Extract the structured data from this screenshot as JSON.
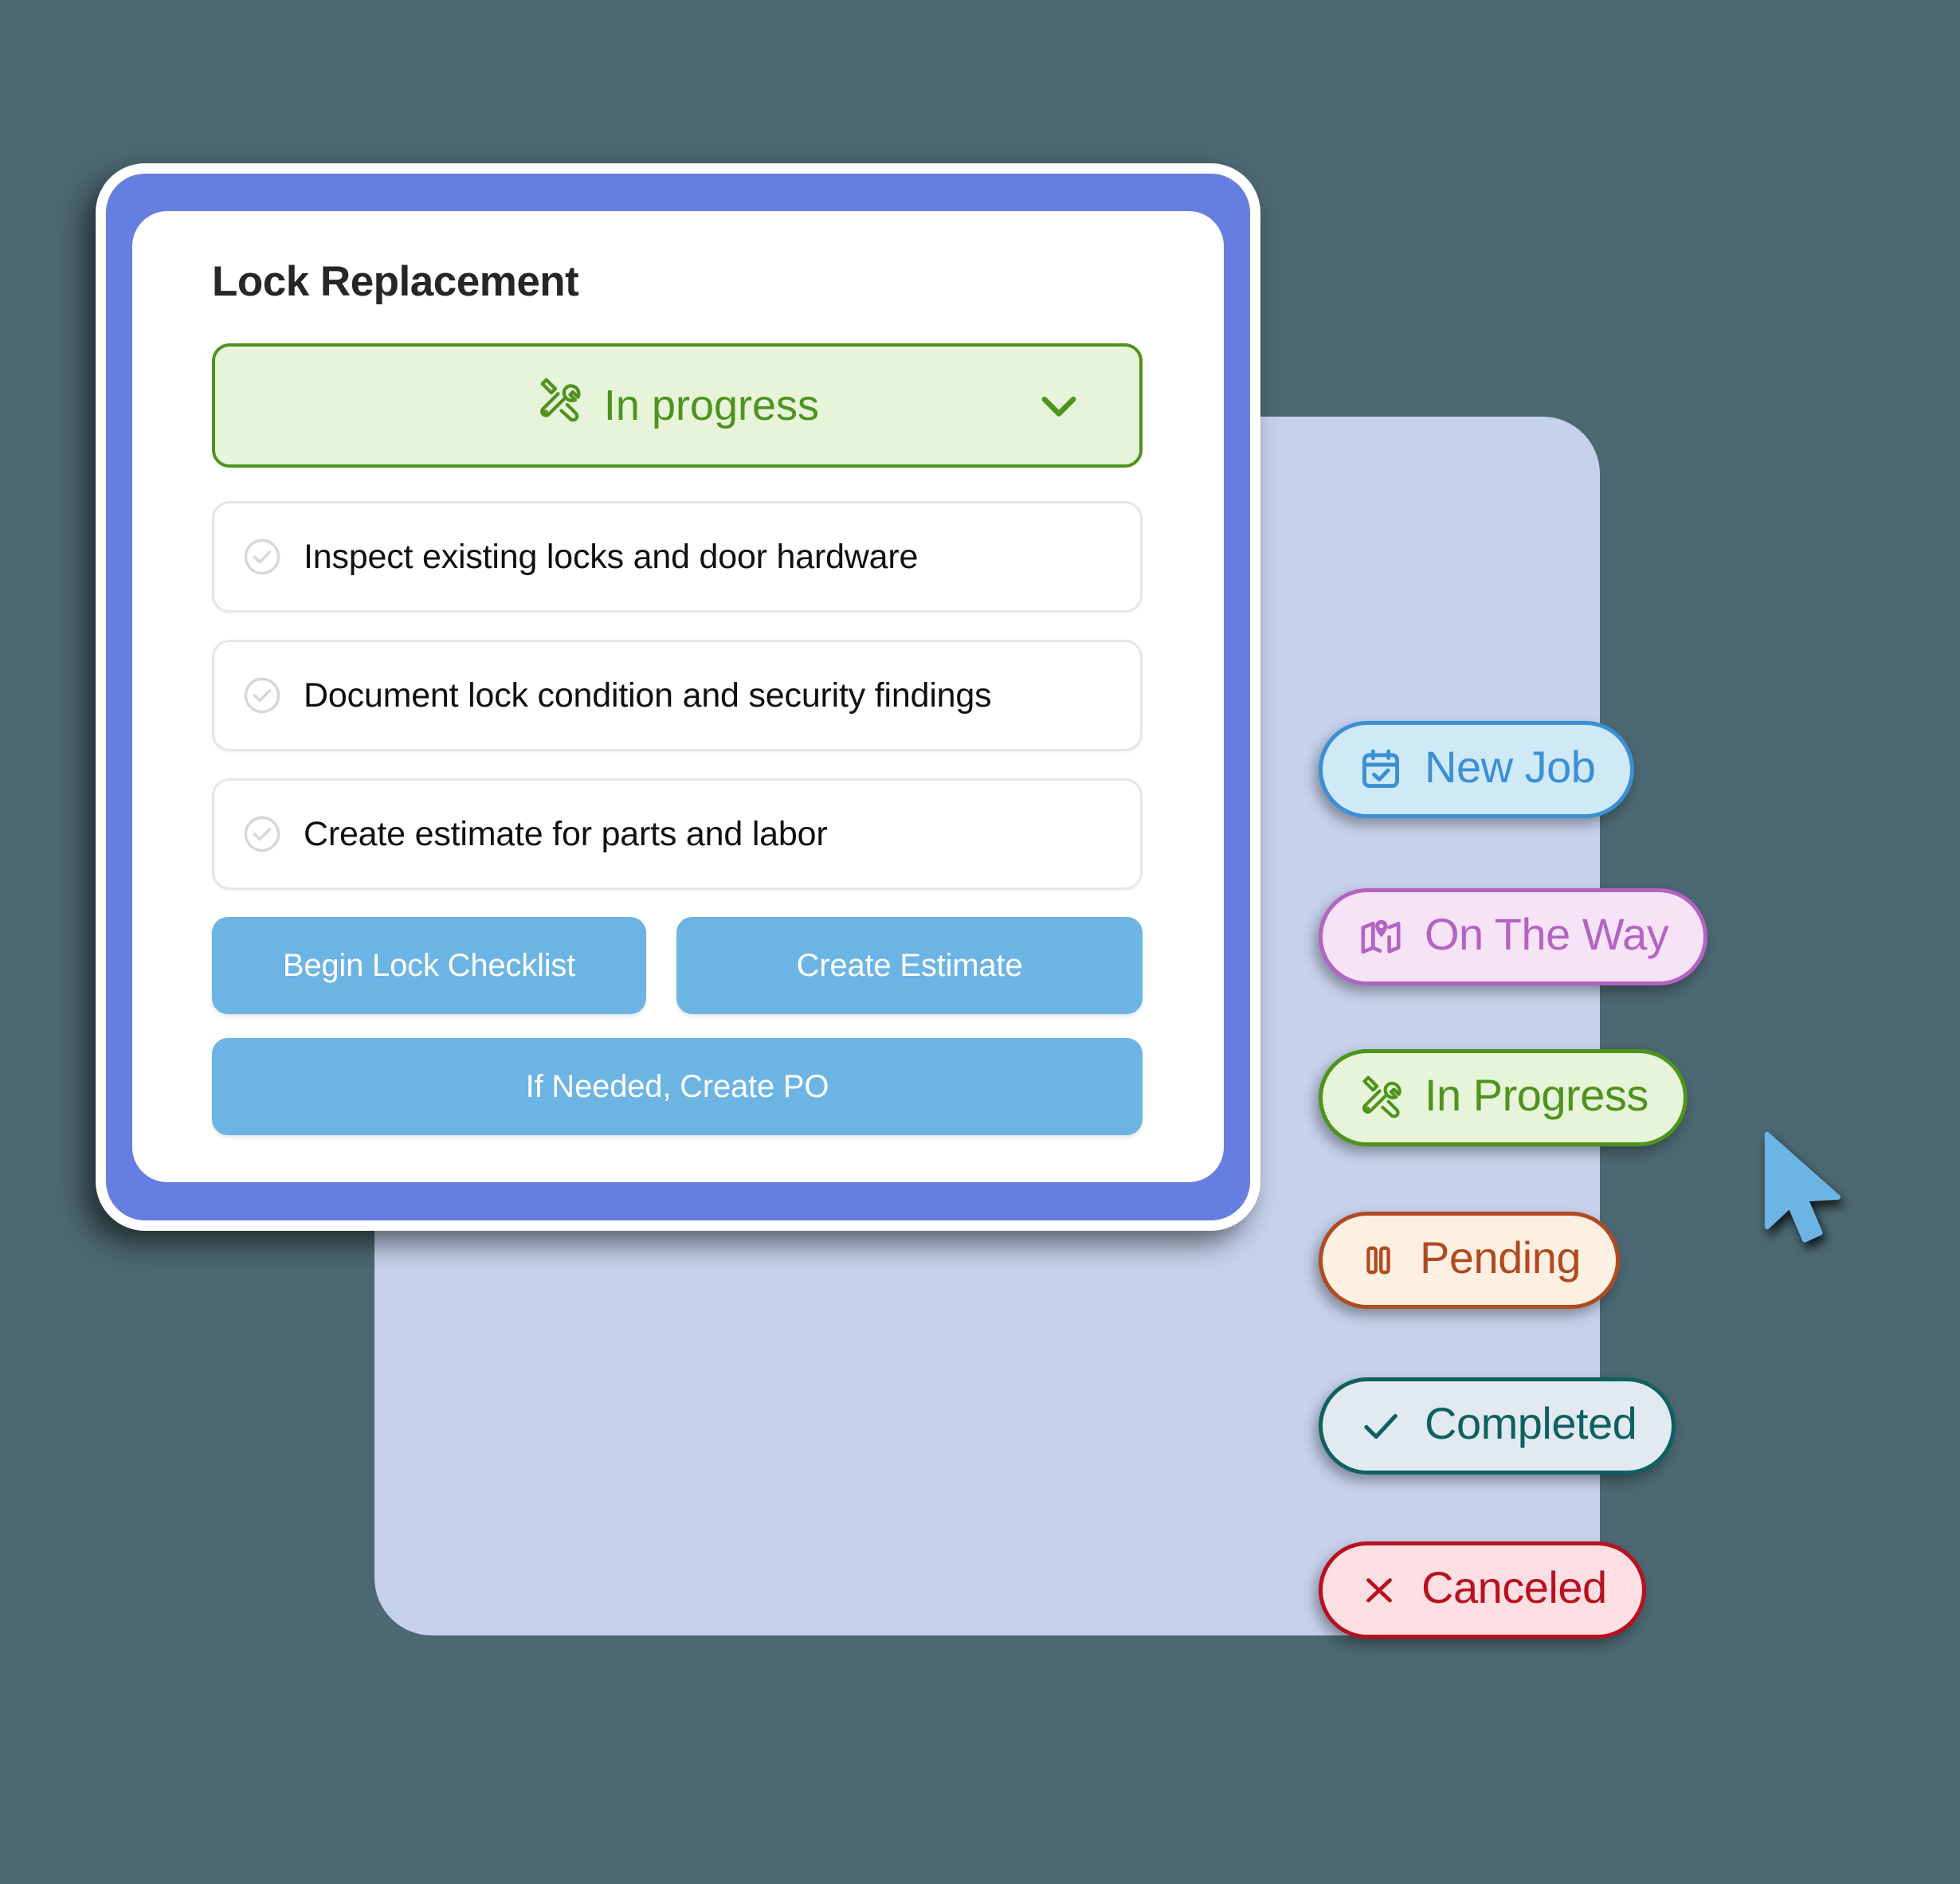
{
  "theme": {
    "background": "#4c6872",
    "back_panel": "#c6d2ec",
    "card_frame": "#667ee0",
    "card_surface": "#ffffff",
    "action_button": "#6cb4e4",
    "title_color": "#262626"
  },
  "card": {
    "title": "Lock Replacement",
    "status_select": {
      "value": "In progress",
      "icon": "tools-icon",
      "chevron": "chevron-down-icon",
      "text_color": "#4e931c",
      "fill": "#e7f4da",
      "border": "#4e931c"
    },
    "checklist": [
      {
        "label": "Inspect existing locks and door hardware",
        "icon": "circle-check-icon",
        "checked": false
      },
      {
        "label": "Document lock condition and security findings",
        "icon": "circle-check-icon",
        "checked": false
      },
      {
        "label": "Create estimate for parts and labor",
        "icon": "circle-check-icon",
        "checked": false
      }
    ],
    "actions": {
      "begin": "Begin Lock Checklist",
      "estimate": "Create Estimate",
      "purchase_order": "If Needed, Create PO"
    }
  },
  "status_pills": [
    {
      "label": "New Job",
      "icon": "calendar-check-icon",
      "text": "#3b8fd4",
      "fill": "#cfe9f7",
      "border": "#3b8fd4"
    },
    {
      "label": "On The Way",
      "icon": "map-pin-icon",
      "text": "#b463c4",
      "fill": "#f6e4f6",
      "border": "#b463c4"
    },
    {
      "label": "In Progress",
      "icon": "tools-icon",
      "text": "#4e931c",
      "fill": "#e7f4da",
      "border": "#4e931c"
    },
    {
      "label": "Pending",
      "icon": "pause-icon",
      "text": "#b04a20",
      "fill": "#fdf0e3",
      "border": "#b04a20"
    },
    {
      "label": "Completed",
      "icon": "check-icon",
      "text": "#0d6160",
      "fill": "#e2e9f1",
      "border": "#0d6160"
    },
    {
      "label": "Canceled",
      "icon": "close-x-icon",
      "text": "#b81020",
      "fill": "#fcdfe2",
      "border": "#b81020"
    }
  ],
  "cursor": {
    "icon": "mouse-pointer-icon",
    "color": "#6cb4e4"
  }
}
